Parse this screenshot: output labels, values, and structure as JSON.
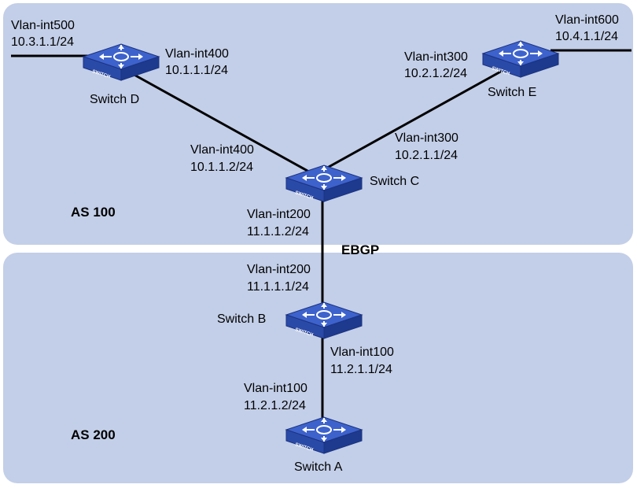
{
  "areas": {
    "as100_label": "AS 100",
    "as200_label": "AS 200",
    "ebgp_label": "EBGP"
  },
  "switches": {
    "a": {
      "name": "Switch A",
      "icon_text": "SWITCH"
    },
    "b": {
      "name": "Switch B",
      "icon_text": "SWITCH"
    },
    "c": {
      "name": "Switch C",
      "icon_text": "SWITCH"
    },
    "d": {
      "name": "Switch D",
      "icon_text": "SWITCH"
    },
    "e": {
      "name": "Switch E",
      "icon_text": "SWITCH"
    }
  },
  "interfaces": {
    "d_vlan500": {
      "vlan": "Vlan-int500",
      "ip": "10.3.1.1/24"
    },
    "d_vlan400": {
      "vlan": "Vlan-int400",
      "ip": "10.1.1.1/24"
    },
    "c_vlan400": {
      "vlan": "Vlan-int400",
      "ip": "10.1.1.2/24"
    },
    "c_vlan300": {
      "vlan": "Vlan-int300",
      "ip": "10.2.1.1/24"
    },
    "e_vlan300": {
      "vlan": "Vlan-int300",
      "ip": "10.2.1.2/24"
    },
    "e_vlan600": {
      "vlan": "Vlan-int600",
      "ip": "10.4.1.1/24"
    },
    "c_vlan200": {
      "vlan": "Vlan-int200",
      "ip": "11.1.1.2/24"
    },
    "b_vlan200": {
      "vlan": "Vlan-int200",
      "ip": "11.1.1.1/24"
    },
    "b_vlan100": {
      "vlan": "Vlan-int100",
      "ip": "11.2.1.1/24"
    },
    "a_vlan100": {
      "vlan": "Vlan-int100",
      "ip": "11.2.1.2/24"
    }
  },
  "colors": {
    "as_background": "#c3cfe8",
    "switch_top": "#3b5fc8",
    "switch_side": "#1f3a8f",
    "link": "#000000"
  },
  "icons": {
    "switch": "switch-icon"
  }
}
